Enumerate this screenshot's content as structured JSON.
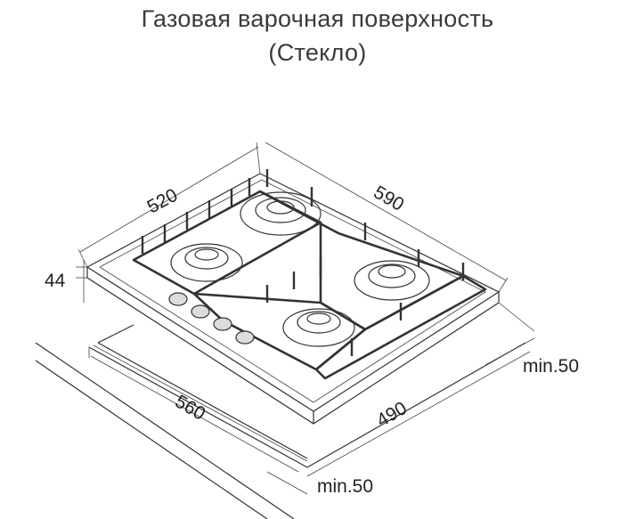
{
  "title": {
    "line1": "Газовая варочная поверхность",
    "line2": "(Стекло)"
  },
  "dimensions": {
    "depth": "520",
    "width": "590",
    "height": "44",
    "cutout_width": "560",
    "cutout_depth": "490",
    "min_clearance_side": "min.50",
    "min_clearance_front": "min.50"
  }
}
